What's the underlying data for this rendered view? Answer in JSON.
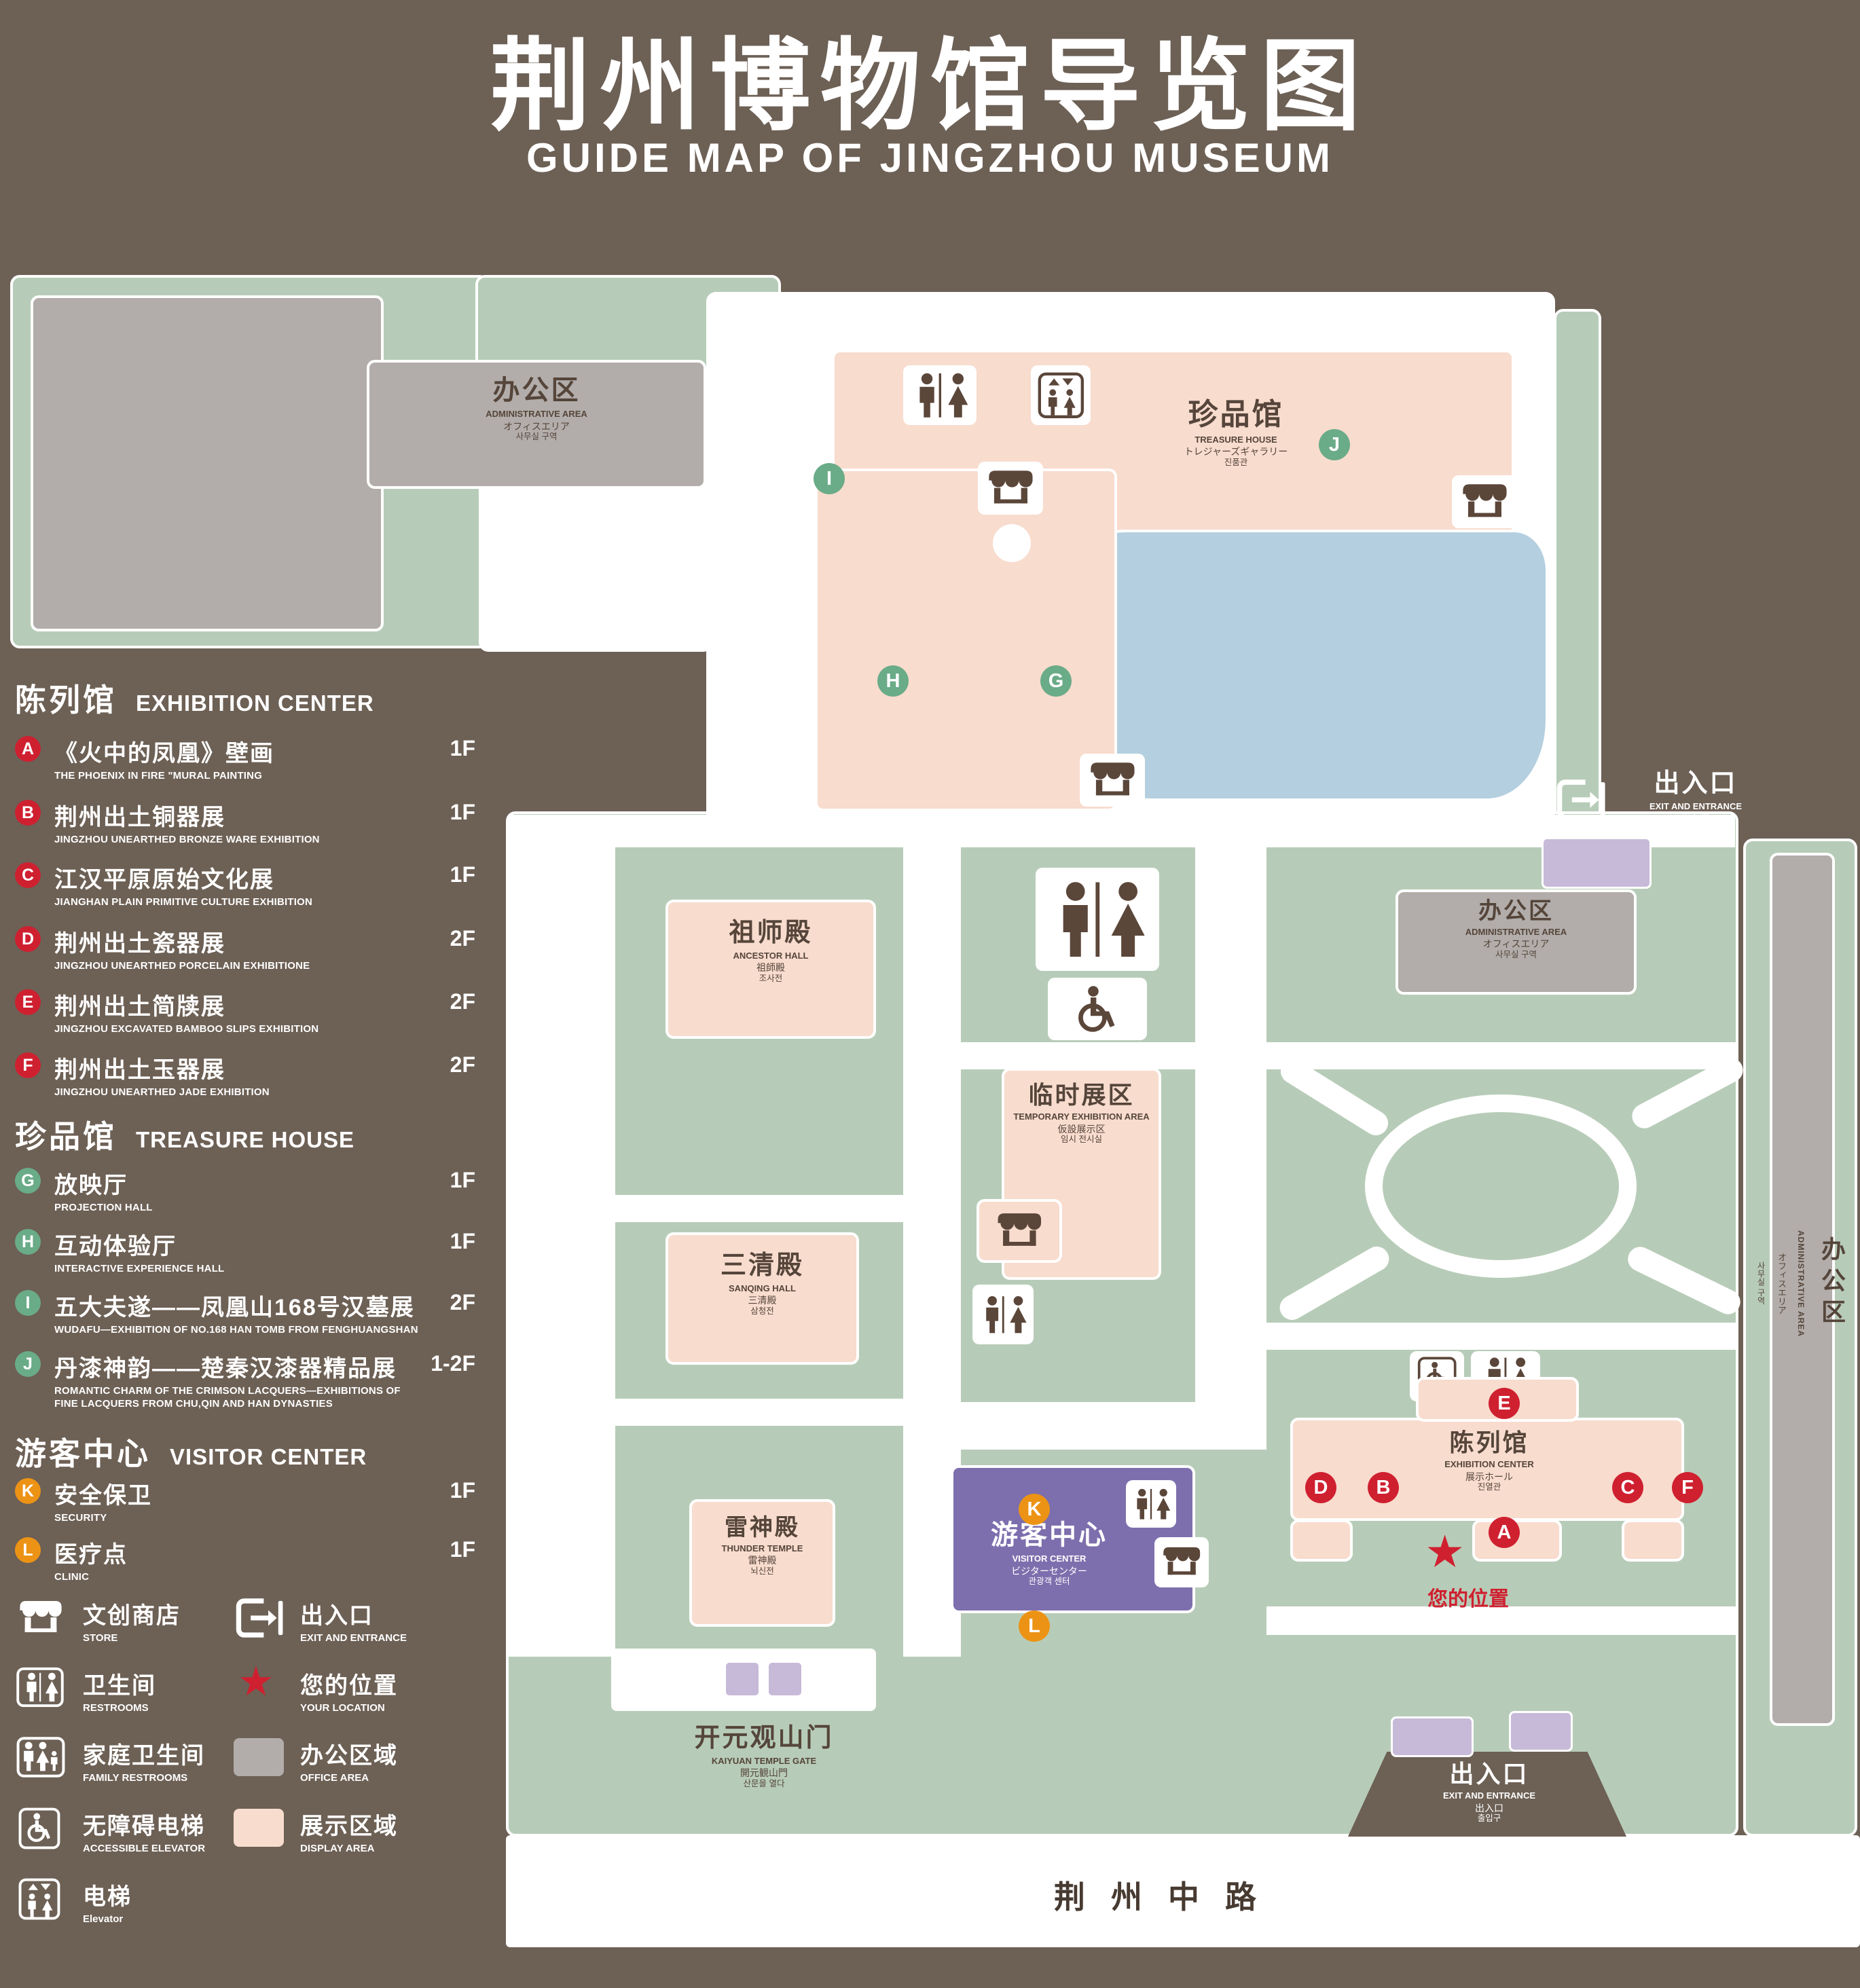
{
  "title": {
    "zh": "荆州博物馆导览图",
    "en": "GUIDE MAP OF JINGZHOU MUSEUM"
  },
  "colors": {
    "background": "#6d6055",
    "lawn_green": "#b7ccb8",
    "display_pink": "#f8dcce",
    "office_gray": "#b2adaa",
    "visitor_purple": "#7d6fad",
    "entrance_purple": "#c7bad8",
    "pond_blue": "#b4cfdf",
    "marker_red": "#cf2030",
    "marker_green": "#6aab88",
    "marker_orange": "#ec9315",
    "text_brown": "#55453a"
  },
  "icons": {
    "star": "★"
  },
  "legend": {
    "sections": [
      {
        "zh": "陈列馆",
        "en": "EXHIBITION CENTER",
        "items": [
          {
            "letter": "A",
            "zh": "《火中的凤凰》壁画",
            "en": "THE PHOENIX IN FIRE \"MURAL PAINTING",
            "floor": "1F"
          },
          {
            "letter": "B",
            "zh": "荆州出土铜器展",
            "en": "JINGZHOU UNEARTHED BRONZE WARE EXHIBITION",
            "floor": "1F"
          },
          {
            "letter": "C",
            "zh": "江汉平原原始文化展",
            "en": "JIANGHAN PLAIN PRIMITIVE CULTURE EXHIBITION",
            "floor": "1F"
          },
          {
            "letter": "D",
            "zh": "荆州出土瓷器展",
            "en": "JINGZHOU UNEARTHED PORCELAIN EXHIBITIONE",
            "floor": "2F"
          },
          {
            "letter": "E",
            "zh": "荆州出土简牍展",
            "en": "JINGZHOU EXCAVATED BAMBOO SLIPS EXHIBITION",
            "floor": "2F"
          },
          {
            "letter": "F",
            "zh": "荆州出土玉器展",
            "en": "JINGZHOU UNEARTHED JADE EXHIBITION",
            "floor": "2F"
          }
        ]
      },
      {
        "zh": "珍品馆",
        "en": "TREASURE HOUSE",
        "items": [
          {
            "letter": "G",
            "zh": "放映厅",
            "en": "PROJECTION HALL",
            "floor": "1F"
          },
          {
            "letter": "H",
            "zh": "互动体验厅",
            "en": "INTERACTIVE EXPERIENCE HALL",
            "floor": "1F"
          },
          {
            "letter": "I",
            "zh": "五大夫遂——凤凰山168号汉墓展",
            "en": "WUDAFU—EXHIBITION OF NO.168 HAN TOMB FROM FENGHUANGSHAN",
            "floor": "2F"
          },
          {
            "letter": "J",
            "zh": "丹漆神韵——楚秦汉漆器精品展",
            "en": "ROMANTIC CHARM OF THE CRIMSON LACQUERS—EXHIBITIONS OF FINE LACQUERS FROM CHU,QIN AND HAN DYNASTIES",
            "floor": "1-2F"
          }
        ]
      },
      {
        "zh": "游客中心",
        "en": "VISITOR CENTER",
        "items": [
          {
            "letter": "K",
            "zh": "安全保卫",
            "en": "SECURITY",
            "floor": "1F"
          },
          {
            "letter": "L",
            "zh": "医疗点",
            "en": "CLINIC",
            "floor": "1F"
          }
        ]
      }
    ],
    "symbols": [
      {
        "zh": "文创商店",
        "en": "STORE"
      },
      {
        "zh": "出入口",
        "en": "EXIT AND ENTRANCE"
      },
      {
        "zh": "卫生间",
        "en": "RESTROOMS"
      },
      {
        "zh": "您的位置",
        "en": "YOUR LOCATION"
      },
      {
        "zh": "家庭卫生间",
        "en": "FAMILY RESTROOMS"
      },
      {
        "zh": "办公区域",
        "en": "OFFICE AREA"
      },
      {
        "zh": "无障碍电梯",
        "en": "ACCESSIBLE ELEVATOR"
      },
      {
        "zh": "展示区域",
        "en": "DISPLAY AREA"
      },
      {
        "zh": "电梯",
        "en": "Elevator"
      }
    ]
  },
  "map": {
    "buildings": {
      "admin": {
        "zh": "办公区",
        "en": "ADMINISTRATIVE AREA",
        "jp": "オフィスエリア",
        "kr": "사무실 구역"
      },
      "treasure_house": {
        "zh": "珍品馆",
        "en": "TREASURE HOUSE",
        "jp": "トレジャーズギャラリー",
        "kr": "진품관"
      },
      "ancestor_hall": {
        "zh": "祖师殿",
        "en": "ANCESTOR HALL",
        "jp": "祖師殿",
        "kr": "조사전"
      },
      "temporary_exhibition": {
        "zh": "临时展区",
        "en": "TEMPORARY EXHIBITION AREA",
        "jp": "仮設展示区",
        "kr": "임시 전시실"
      },
      "sanqing_hall": {
        "zh": "三清殿",
        "en": "SANQING HALL",
        "jp": "三清殿",
        "kr": "삼청전"
      },
      "exhibition_center": {
        "zh": "陈列馆",
        "en": "EXHIBITION CENTER",
        "jp": "展示ホール",
        "kr": "진열관"
      },
      "thunder_temple": {
        "zh": "雷神殿",
        "en": "THUNDER TEMPLE",
        "jp": "雷神殿",
        "kr": "뇌신전"
      },
      "visitor_center": {
        "zh": "游客中心",
        "en": "VISITOR CENTER",
        "jp": "ビジターセンター",
        "kr": "관광객 센터"
      },
      "kaiyuan_gate": {
        "zh": "开元观山门",
        "en": "KAIYUAN TEMPLE GATE",
        "jp": "開元観山門",
        "kr": "산문을 열다"
      },
      "exit": {
        "zh": "出入口",
        "en": "EXIT AND ENTRANCE",
        "jp": "出入口",
        "kr": "출입구"
      }
    },
    "your_location": "您的位置",
    "road": "荆州中路",
    "letters": {
      "A": "A",
      "B": "B",
      "C": "C",
      "D": "D",
      "E": "E",
      "F": "F",
      "G": "G",
      "H": "H",
      "I": "I",
      "J": "J",
      "K": "K",
      "L": "L"
    }
  }
}
